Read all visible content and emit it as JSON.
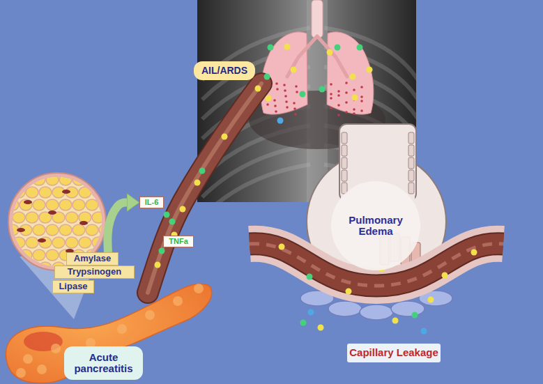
{
  "diagram": {
    "nodes": [
      {
        "text": [
          "Amylase"
        ]
      },
      {
        "text": [
          "Trypsinogen"
        ]
      },
      {
        "text": [
          "Lipase"
        ]
      },
      {
        "text": [
          "Acute pancreatitis"
        ]
      },
      {
        "text": [
          "IL-6"
        ]
      },
      {
        "text": [
          "TNFa"
        ]
      },
      {
        "text": [
          "AIL/ARDS"
        ]
      },
      {
        "text": [
          "Pulmonary Edema"
        ]
      },
      {
        "text": [
          "Capillary Leakage"
        ]
      }
    ],
    "edges": [
      {
        "from": 0,
        "to": 4,
        "arrow": "to"
      }
    ]
  }
}
